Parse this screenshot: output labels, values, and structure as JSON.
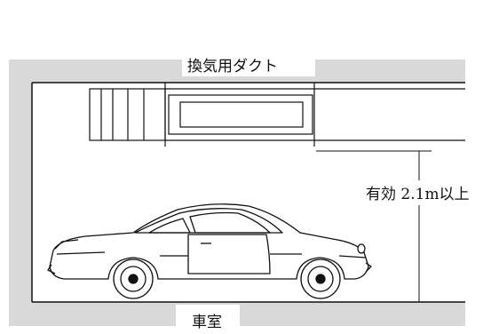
{
  "diagram": {
    "duct_label": "換気用ダクト",
    "clearance_label": "有効 2.1m以上",
    "room_label": "車室"
  }
}
